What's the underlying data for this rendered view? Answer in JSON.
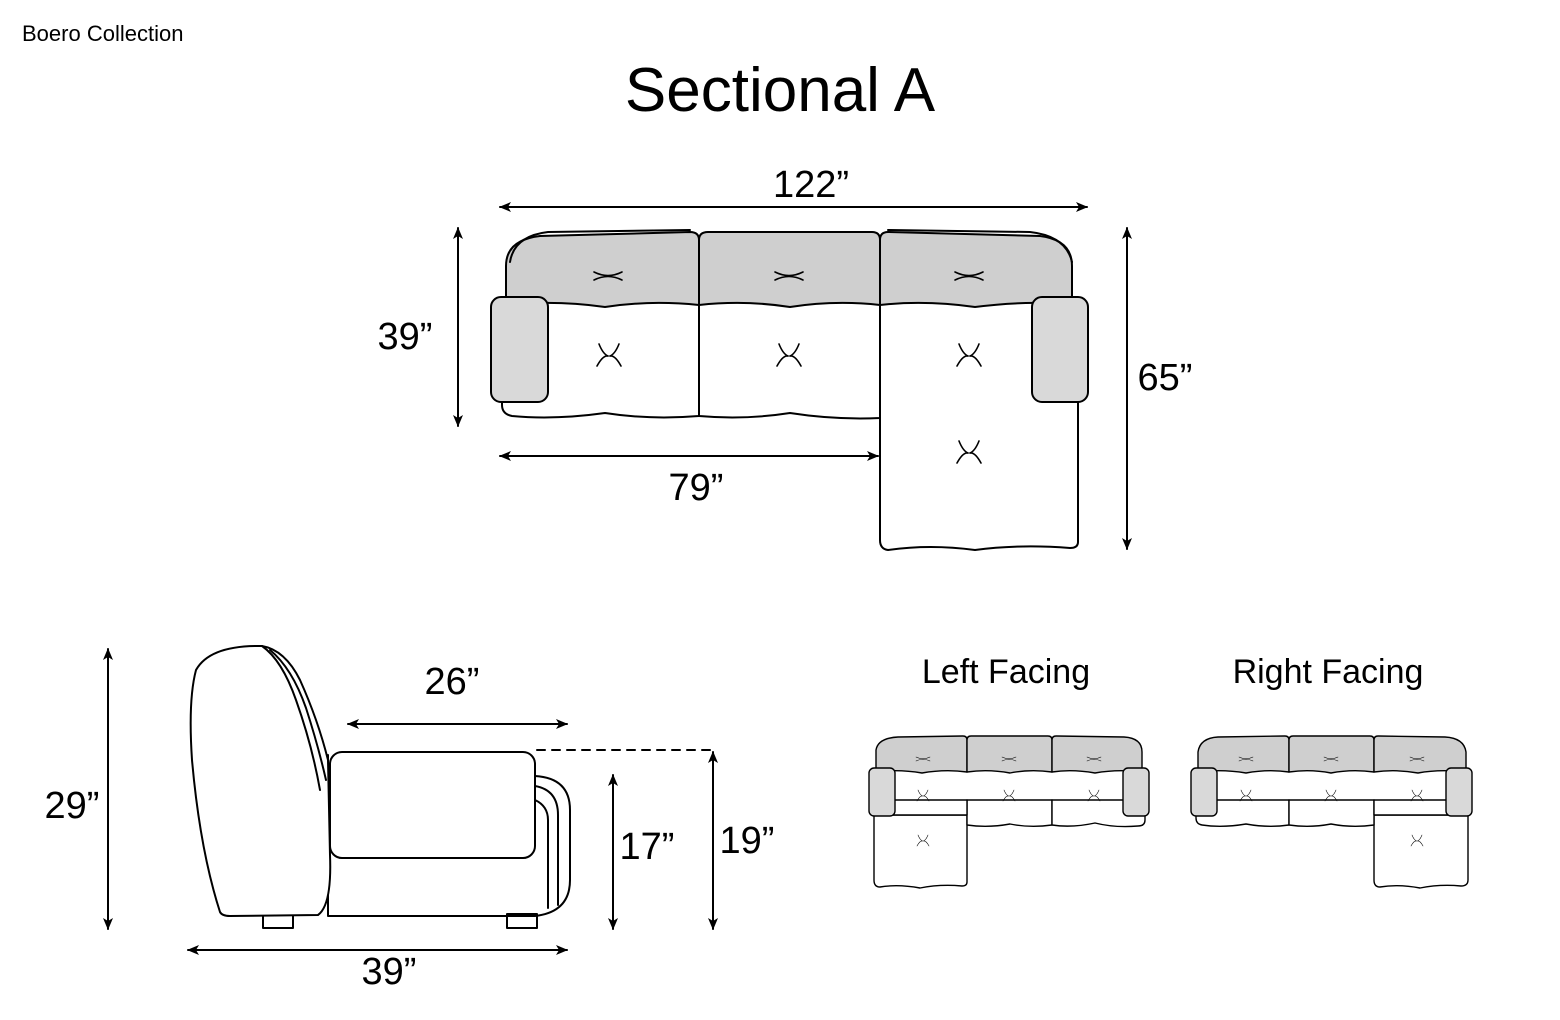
{
  "collection": "Boero Collection",
  "title": "Sectional A",
  "colors": {
    "cushion_gray": "#cfcfcf",
    "arm_gray": "#d9d9d9",
    "line": "#000000"
  },
  "top_view": {
    "overall_width": "122”",
    "back_depth": "39”",
    "chaise_depth": "65”",
    "sofa_width": "79”"
  },
  "side_view": {
    "height": "29”",
    "seat_depth": "26”",
    "seat_height": "17”",
    "arm_height": "19”",
    "depth": "39”"
  },
  "orientations": {
    "left": "Left Facing",
    "right": "Right Facing"
  }
}
